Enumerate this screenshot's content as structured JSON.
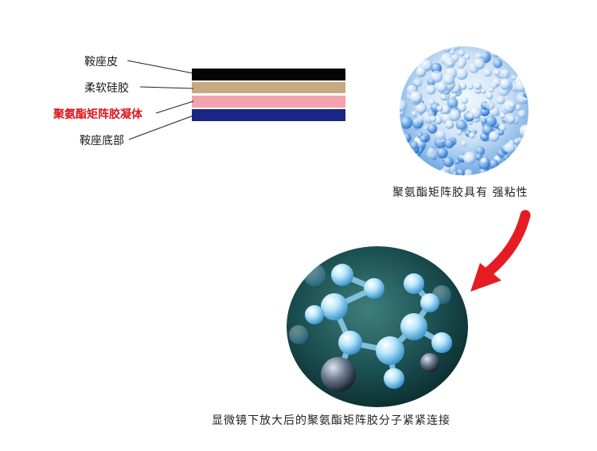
{
  "layers": [
    {
      "label": "鞍座皮",
      "color": "#050505",
      "highlight": false
    },
    {
      "label": "柔软硅胶",
      "color": "#c8a97f",
      "highlight": false
    },
    {
      "label": "聚氨酯矩阵胶凝体",
      "color": "#f2a3ae",
      "highlight": true
    },
    {
      "label": "鞍座底部",
      "color": "#1b2585",
      "highlight": false
    }
  ],
  "captions": {
    "gel_property": "聚氨酯矩阵胶具有  强粘性",
    "microscope": "显微镜下放大后的聚氨酯矩阵胶分子紧紧连接"
  },
  "colors": {
    "arrow": "#e61c24",
    "gel_blue": "#5a9ee0",
    "molecule_bg": "#0f3b3c",
    "molecule_atom": "#a6dcf7"
  }
}
